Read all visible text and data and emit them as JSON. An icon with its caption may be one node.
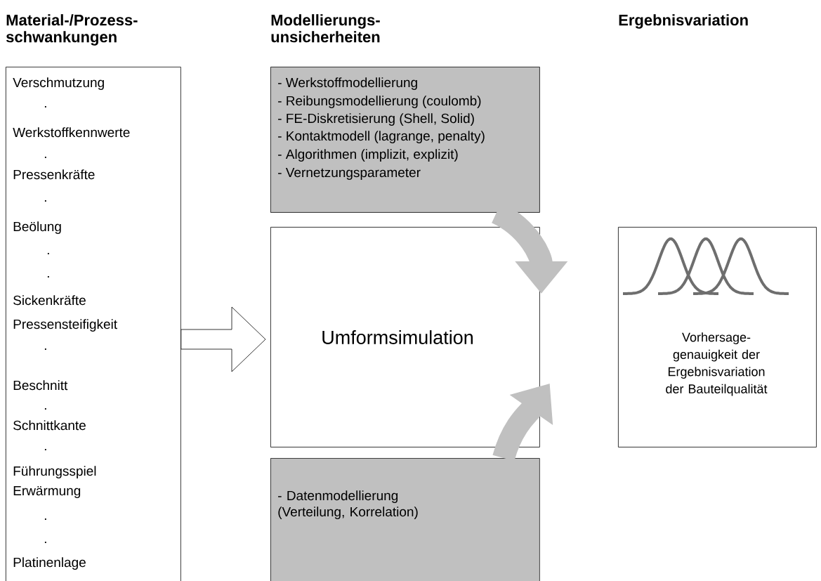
{
  "diagram": {
    "nodes": [
      {
        "text": [
          "Verschmutzung",
          ".",
          "Werkstoffkennwerte",
          ".",
          "Pressenkräfte",
          ".",
          "Beölung",
          ".",
          ".",
          "Sickenkräfte",
          "Pressensteifigkeit",
          ".",
          "Beschnitt",
          ".",
          "Schnittkante",
          ".",
          "Führungsspiel",
          "Erwärmung",
          ".",
          ".",
          "Platinenlage"
        ]
      },
      {
        "text": [
          "- Werkstoffmodellierung",
          "- Reibungsmodellierung (coulomb)",
          "- FE-Diskretisierung (Shell, Solid)",
          "- Kontaktmodell (lagrange, penalty)",
          "- Algorithmen (implizit, explizit)",
          "- Vernetzungsparameter"
        ]
      },
      {
        "text": [
          "Umformsimulation"
        ]
      },
      {
        "text": [
          "- Datenmodellierung (Verteilung, Korrelation)"
        ]
      },
      {
        "text": [
          "Vorhersage- genauigkeit der Ergebnisvariation der Bauteilqualität"
        ]
      }
    ],
    "edges": [
      {
        "from": 0,
        "to": 2,
        "arrow": "to"
      },
      {
        "from": 1,
        "to": 2,
        "arrow": "to",
        "color": "#c0c0c0"
      },
      {
        "from": 3,
        "to": 2,
        "arrow": "to",
        "color": "#c0c0c0"
      }
    ],
    "labels": [
      "Material-/Prozess- schwankungen",
      "Modellierungs- unsicherheiten",
      "Ergebnisvariation"
    ]
  }
}
